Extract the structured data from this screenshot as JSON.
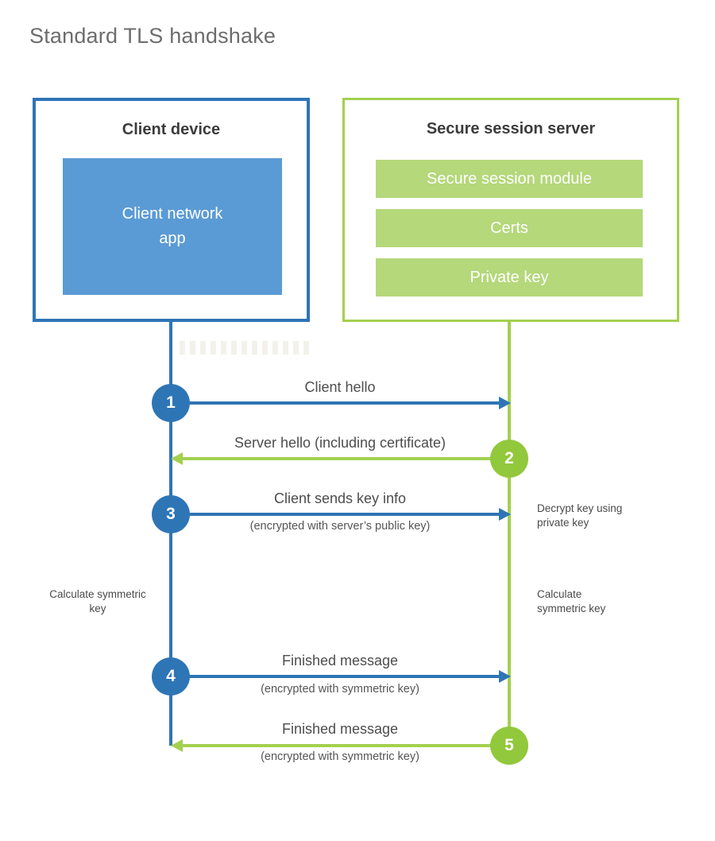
{
  "title": "Standard TLS handshake",
  "client": {
    "title": "Client device",
    "app_line1": "Client network",
    "app_line2": "app"
  },
  "server": {
    "title": "Secure session server",
    "modules": [
      "Secure session module",
      "Certs",
      "Private key"
    ]
  },
  "steps": [
    {
      "num": "1",
      "label": "Client hello",
      "direction": "client-to-server"
    },
    {
      "num": "2",
      "label": "Server hello (including certificate)",
      "direction": "server-to-client"
    },
    {
      "num": "3",
      "label": "Client sends key info",
      "sub": "(encrypted with server’s public key)",
      "direction": "client-to-server"
    },
    {
      "num": "4",
      "label": "Finished message",
      "sub": "(encrypted with symmetric key)",
      "direction": "client-to-server"
    },
    {
      "num": "5",
      "label": "Finished message",
      "sub": "(encrypted with symmetric key)",
      "direction": "server-to-client"
    }
  ],
  "notes": {
    "decrypt": "Decrypt key using private key",
    "calc_left": "Calculate symmetric key",
    "calc_right": "Calculate symmetric key"
  },
  "colors": {
    "blue": "#2e75b6",
    "blue_light": "#5b9bd5",
    "green_line": "#a3d04f",
    "green_circle": "#92c83c",
    "green_bar": "#b4d87a",
    "title_gray": "#6d6d6d",
    "heading_dark": "#3c3c3c",
    "label_gray": "#4d4d4d"
  }
}
